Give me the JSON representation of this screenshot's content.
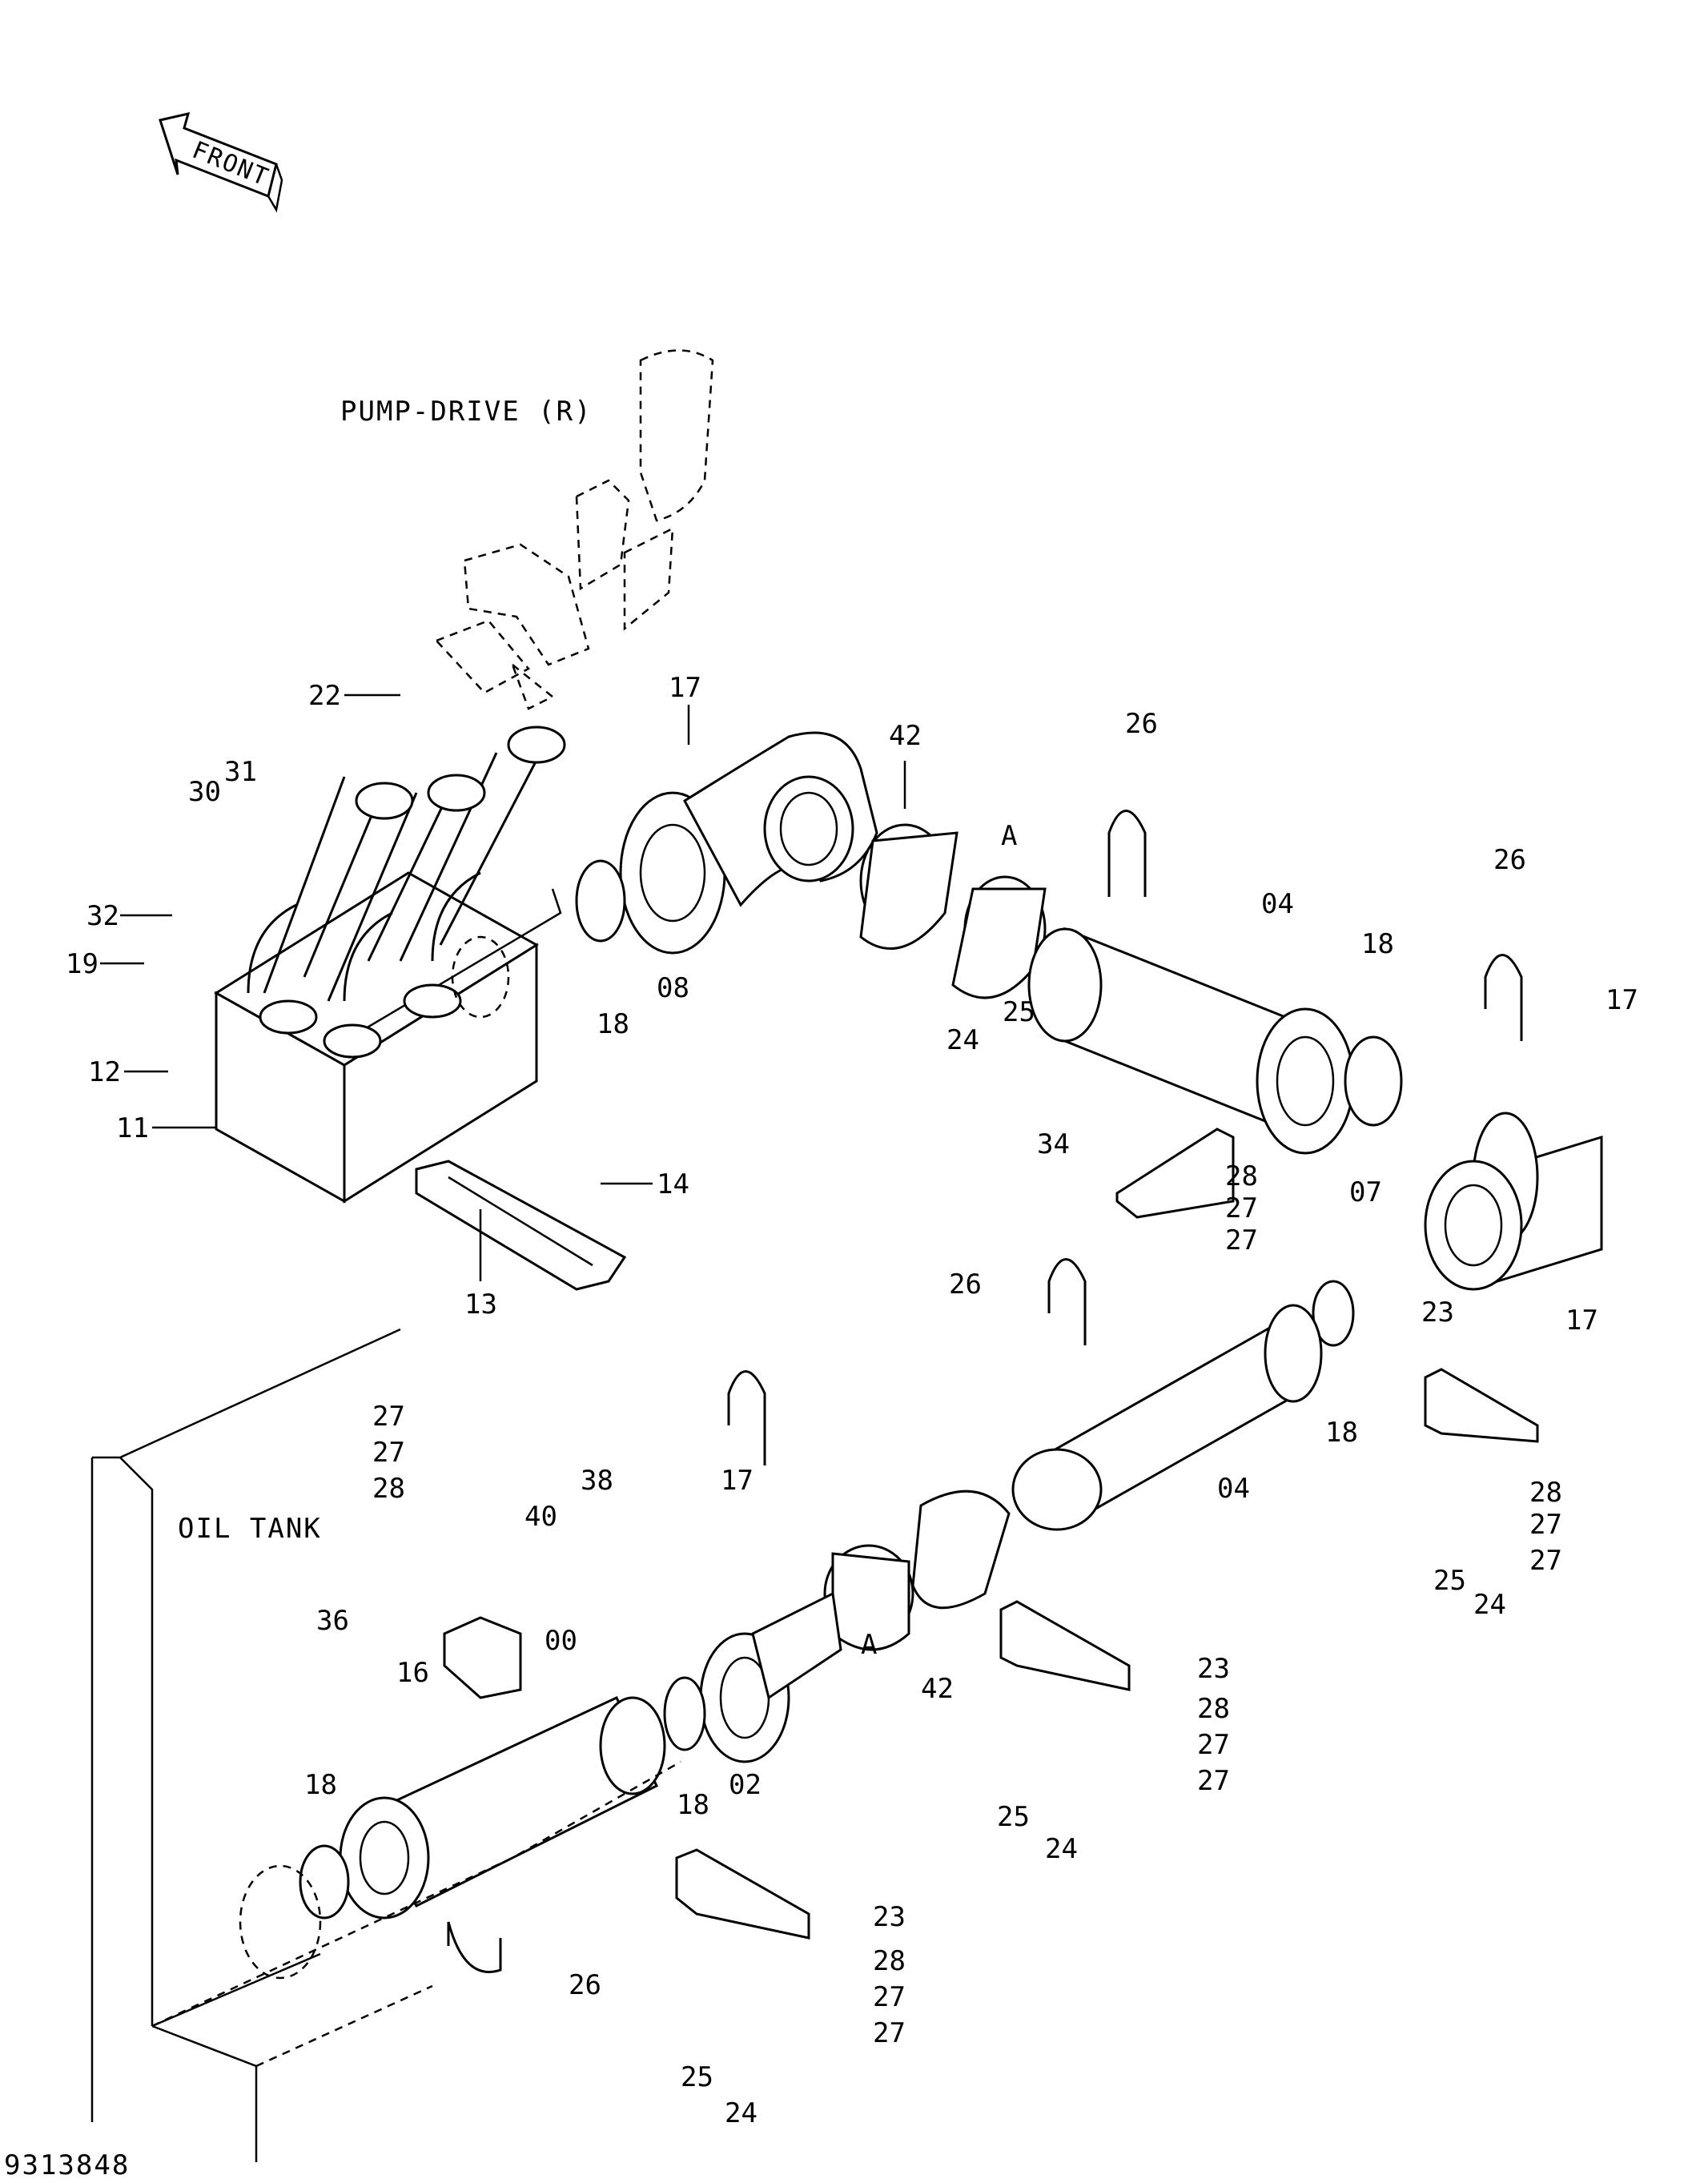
{
  "orientation": {
    "front_label": "FRONT"
  },
  "labels": {
    "pump_drive": "PUMP-DRIVE (R)",
    "oil_tank": "OIL TANK",
    "drawing_number": "9313848"
  },
  "callouts": [
    "22",
    "17",
    "42",
    "26",
    "31",
    "30",
    "32",
    "19",
    "12",
    "11",
    "14",
    "13",
    "08",
    "18",
    "24",
    "25",
    "34",
    "04",
    "18",
    "26",
    "17",
    "28",
    "27",
    "27",
    "07",
    "17",
    "26",
    "18",
    "23",
    "04",
    "27",
    "27",
    "28",
    "38",
    "40",
    "17",
    "36",
    "00",
    "16",
    "18",
    "02",
    "18",
    "42",
    "23",
    "28",
    "27",
    "27",
    "25",
    "24",
    "26",
    "23",
    "28",
    "27",
    "27",
    "25",
    "24",
    "28",
    "27",
    "27",
    "25",
    "24",
    "A",
    "A"
  ]
}
